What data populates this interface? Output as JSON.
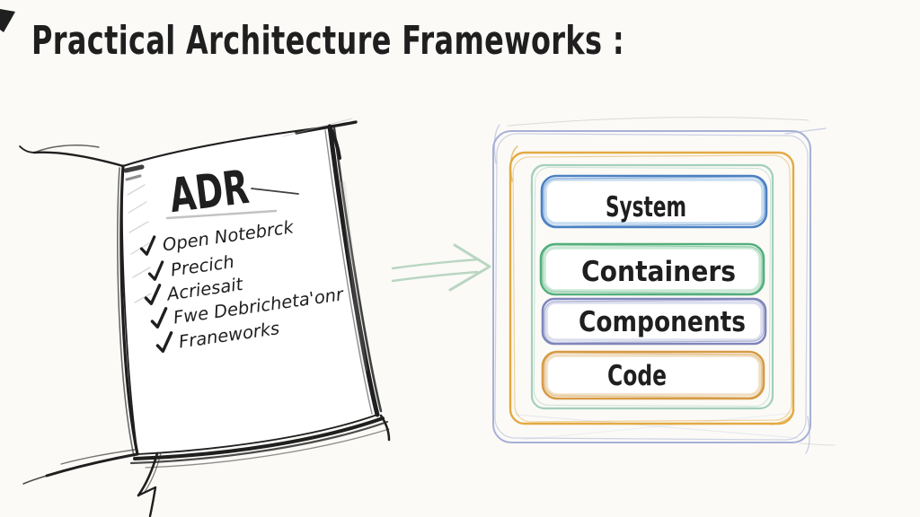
{
  "title": "Practical Architecture Frameworks :",
  "notebook": {
    "heading": "ADR",
    "items": [
      {
        "icon": "check",
        "label": "Open Notebrck"
      },
      {
        "icon": "check",
        "label": "Precich"
      },
      {
        "icon": "check",
        "label": "Acriesait"
      },
      {
        "icon": "check",
        "label": "Fwe Debricheta'onr"
      },
      {
        "icon": "check",
        "label": "Franeworks"
      }
    ]
  },
  "arrow": {
    "icon": "arrow-right",
    "direction": "right"
  },
  "diagram": {
    "levels": [
      {
        "label": "System",
        "color": "#4b80c2",
        "light": "#c3d9ee"
      },
      {
        "label": "Containers",
        "color": "#54ae7c",
        "light": "#c5e6d1"
      },
      {
        "label": "Components",
        "color": "#7f86bb",
        "light": "#d7daec"
      },
      {
        "label": "Code",
        "color": "#d69a44",
        "light": "#eedcbe"
      }
    ]
  },
  "colors": {
    "bg": "#fbfaf7",
    "paper": "#ffffff",
    "ink": "#1f1f1f",
    "pencil": "#b3b3b3",
    "arrow": "#b9d6c1",
    "frame_blue": "#a7b0d6",
    "frame_orange": "#e3aa42",
    "frame_teal": "#a3cfbc"
  }
}
